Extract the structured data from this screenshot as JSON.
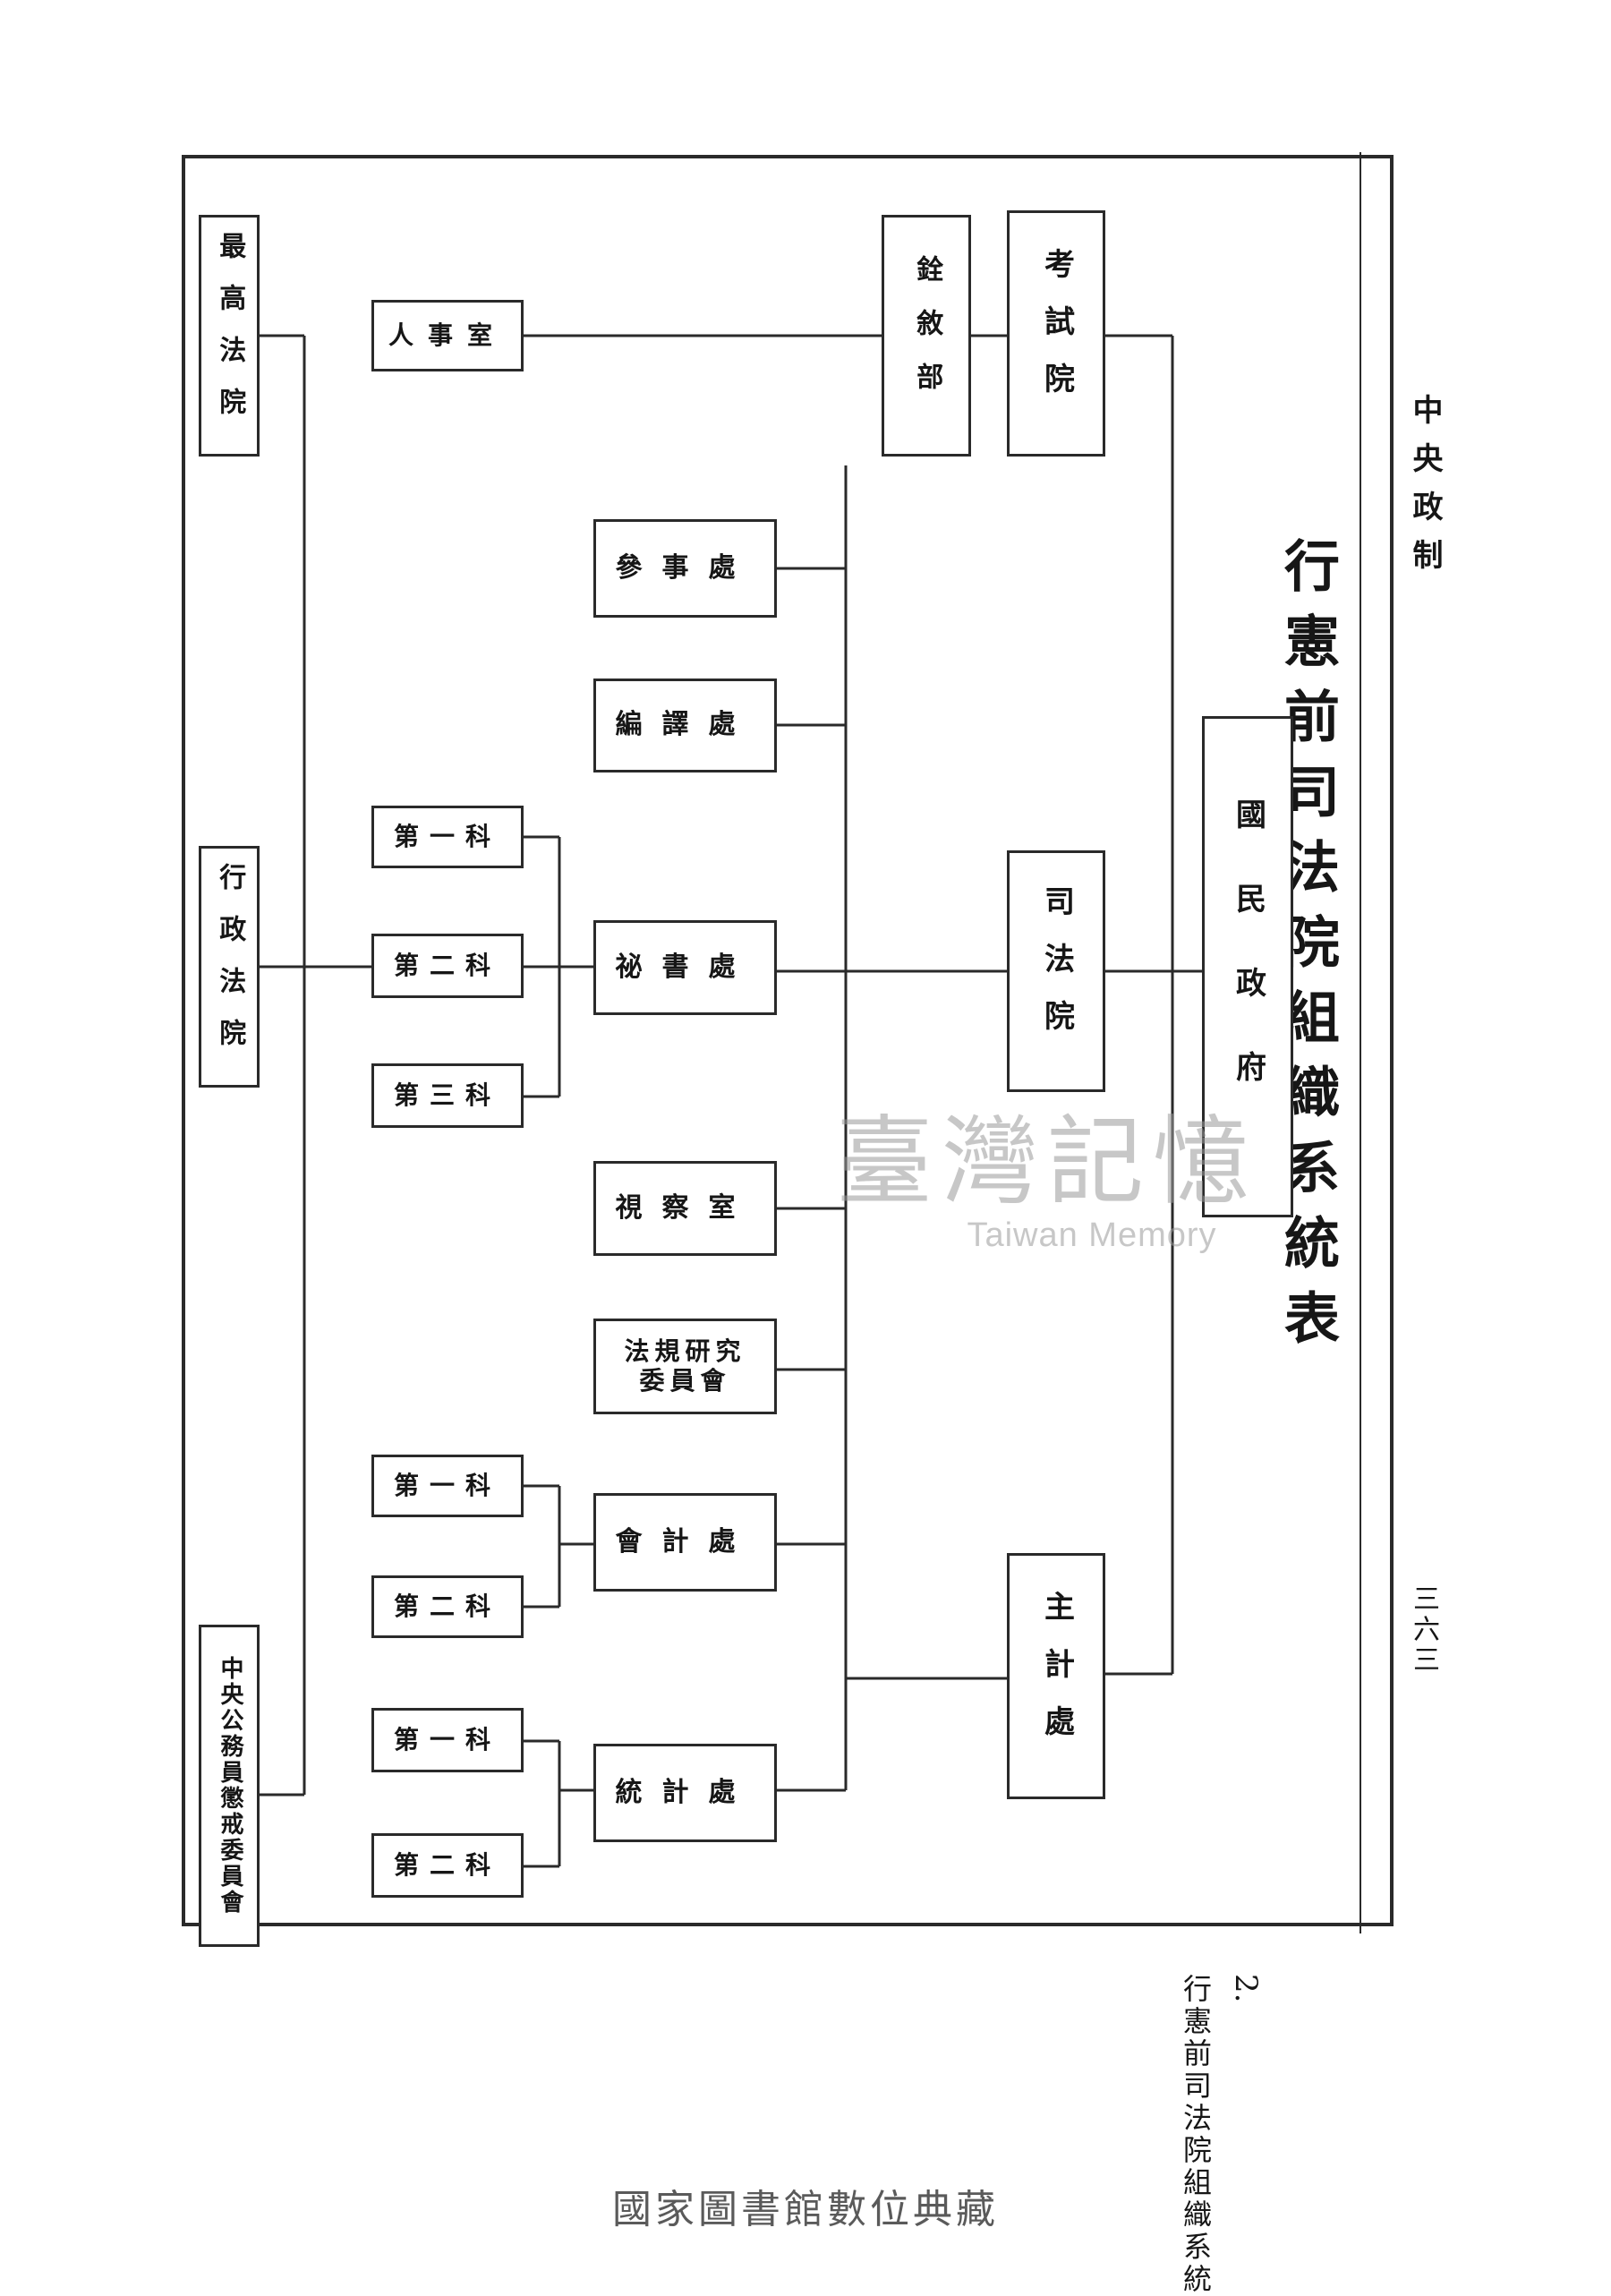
{
  "header": {
    "category": "中央政制",
    "page_number": "三六三",
    "title": "行憲前司法院組織系統表",
    "section_number": "2.",
    "section_title": "行憲前司法院組織系統"
  },
  "nodes": {
    "guomin_zhengfu": "國民政府",
    "kaoshi_yuan": "考試院",
    "sifa_yuan": "司法院",
    "zhuji_chu": "主計處",
    "quanxu_bu": "銓敘部",
    "renshi_shi": "人事室",
    "canshi_chu": "參事處",
    "bianyi_chu": "編譯處",
    "mishu_chu": "祕書處",
    "mishu_ke1": "第一科",
    "mishu_ke2": "第二科",
    "mishu_ke3": "第三科",
    "shicha_shi": "視察室",
    "fagui_hui": "法規研究\n委員會",
    "kuaiji_chu": "會計處",
    "kuaiji_ke1": "第一科",
    "kuaiji_ke2": "第二科",
    "tongji_chu": "統計處",
    "tongji_ke1": "第一科",
    "tongji_ke2": "第二科",
    "zuigao_fayuan": "最高法院",
    "xingzheng_fayuan": "行政法院",
    "chengjie_hui": "中央公務員懲戒委員會"
  },
  "watermark": {
    "chinese": "臺灣記憶",
    "english": "Taiwan Memory"
  },
  "footer": {
    "archive": "國家圖書館數位典藏"
  }
}
